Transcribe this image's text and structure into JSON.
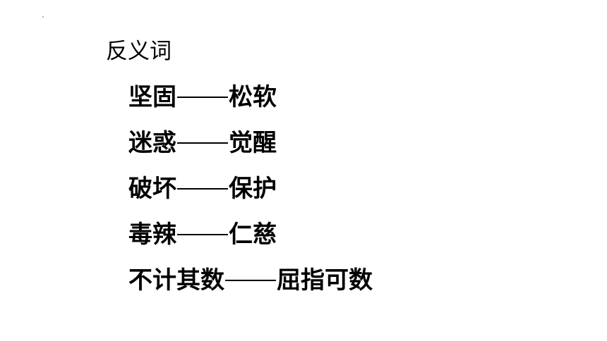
{
  "slide": {
    "heading": "反义词",
    "pairs": [
      {
        "word": "坚固",
        "antonym": "松软"
      },
      {
        "word": "迷惑",
        "antonym": "觉醒"
      },
      {
        "word": "破坏",
        "antonym": "保护"
      },
      {
        "word": "毒辣",
        "antonym": "仁慈"
      },
      {
        "word": "不计其数",
        "antonym": "屈指可数"
      }
    ]
  }
}
